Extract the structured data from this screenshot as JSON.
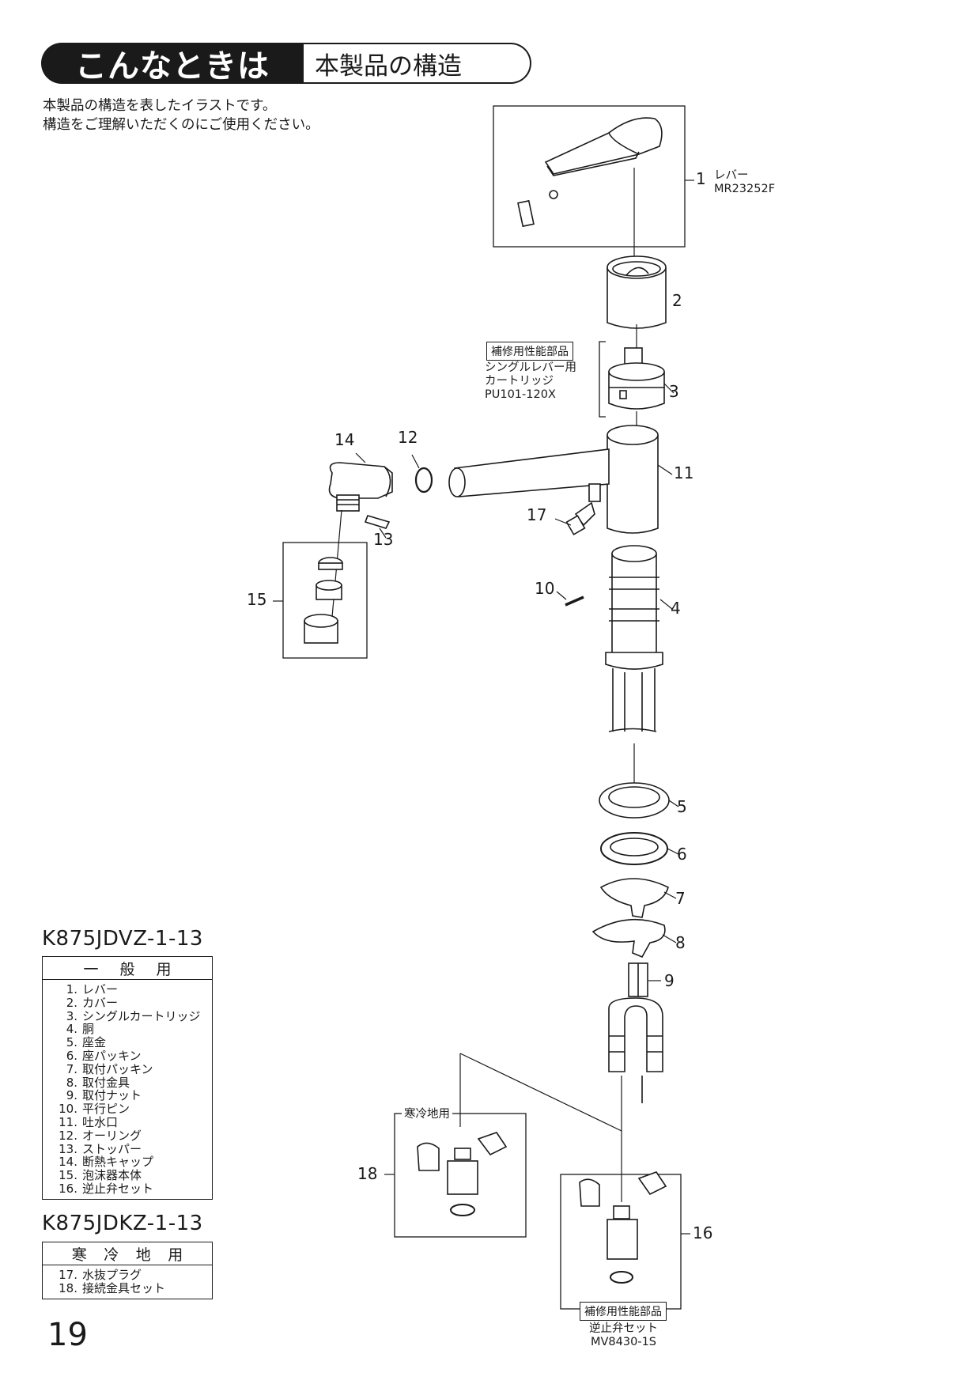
{
  "header": {
    "title": "こんなときは",
    "subtitle": "本製品の構造"
  },
  "intro": {
    "line1": "本製品の構造を表したイラストです。",
    "line2": "構造をご理解いただくのにご使用ください。"
  },
  "diagram": {
    "callouts": {
      "c1": "1",
      "c2": "2",
      "c3": "3",
      "c4": "4",
      "c5": "5",
      "c6": "6",
      "c7": "7",
      "c8": "8",
      "c9": "9",
      "c10": "10",
      "c11": "11",
      "c12": "12",
      "c13": "13",
      "c14": "14",
      "c15": "15",
      "c16": "16",
      "c17": "17",
      "c18": "18"
    },
    "lever_name": "レバー",
    "lever_code": "MR23252F",
    "cartridge_badge": "補修用性能部品",
    "cartridge_line1": "シングルレバー用",
    "cartridge_line2": "カートリッジ",
    "cartridge_code": "PU101-120X",
    "cold_label": "寒冷地用",
    "check_badge": "補修用性能部品",
    "check_name": "逆止弁セット",
    "check_code": "MV8430-1S"
  },
  "model_general": {
    "title": "K875JDVZ-1-13",
    "header": [
      "一",
      "般",
      "用"
    ],
    "items": [
      {
        "n": "1.",
        "label": "レバー"
      },
      {
        "n": "2.",
        "label": "カバー"
      },
      {
        "n": "3.",
        "label": "シングルカートリッジ"
      },
      {
        "n": "4.",
        "label": "胴"
      },
      {
        "n": "5.",
        "label": "座金"
      },
      {
        "n": "6.",
        "label": "座パッキン"
      },
      {
        "n": "7.",
        "label": "取付パッキン"
      },
      {
        "n": "8.",
        "label": "取付金具"
      },
      {
        "n": "9.",
        "label": "取付ナット"
      },
      {
        "n": "10.",
        "label": "平行ピン"
      },
      {
        "n": "11.",
        "label": "吐水口"
      },
      {
        "n": "12.",
        "label": "オーリング"
      },
      {
        "n": "13.",
        "label": "ストッパー"
      },
      {
        "n": "14.",
        "label": "断熱キャップ"
      },
      {
        "n": "15.",
        "label": "泡沫器本体"
      },
      {
        "n": "16.",
        "label": "逆止弁セット"
      }
    ]
  },
  "model_cold": {
    "title": "K875JDKZ-1-13",
    "header": [
      "寒",
      "冷",
      "地",
      "用"
    ],
    "items": [
      {
        "n": "17.",
        "label": "水抜プラグ"
      },
      {
        "n": "18.",
        "label": "接続金具セット"
      }
    ]
  },
  "page_number": "19"
}
